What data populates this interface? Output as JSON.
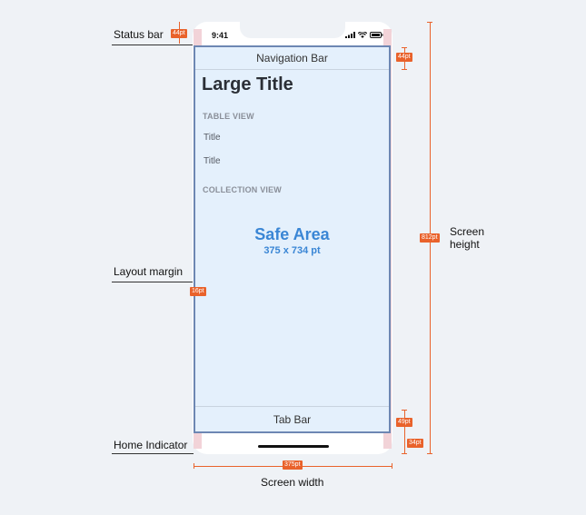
{
  "annotations": {
    "status_bar": "Status bar",
    "layout_margin": "Layout margin",
    "home_indicator": "Home Indicator",
    "screen_width": "Screen width",
    "screen_height": "Screen\nheight"
  },
  "badges": {
    "status_bar": "44pt",
    "nav_bar": "44pt",
    "screen_height": "812pt",
    "margin": "16pt",
    "tab_bar": "49pt",
    "home_indicator": "34pt",
    "screen_width": "375pt"
  },
  "phone": {
    "time": "9:41",
    "nav_bar": "Navigation Bar",
    "large_title": "Large Title",
    "table_view": "TABLE VIEW",
    "rows": [
      "Title",
      "Title"
    ],
    "collection_view": "COLLECTION VIEW",
    "safe_area_title": "Safe Area",
    "safe_area_size": "375 x 734 pt",
    "tab_bar": "Tab Bar"
  },
  "icons": [
    "signal-icon",
    "wifi-icon",
    "battery-icon"
  ],
  "colors": {
    "accent": "#3a86d5",
    "dimension": "#e9622b",
    "margin_band": "#f2d3d8",
    "safe_area": "#e4f0fc",
    "safe_area_border": "#6d87b3"
  }
}
